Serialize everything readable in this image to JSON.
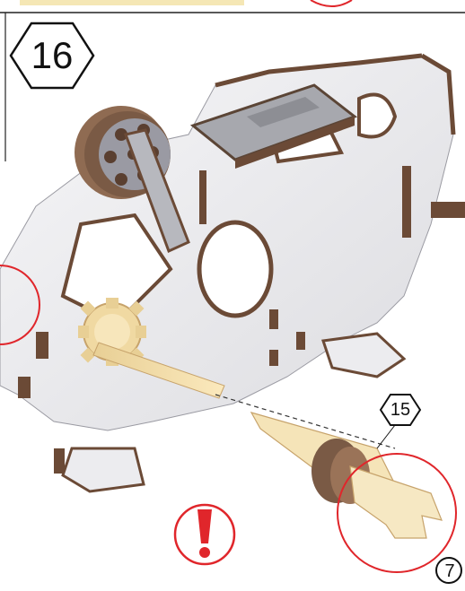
{
  "step": {
    "number": "16"
  },
  "callouts": [
    {
      "label": "15",
      "shape": "hexagon"
    },
    {
      "label": "7",
      "shape": "circle"
    }
  ],
  "warning": {
    "symbol": "!",
    "color": "#e0262b"
  },
  "colors": {
    "wood_light": "#f3dfaa",
    "wood_dark": "#7a5a45",
    "panel": "#e9e9ec",
    "highlight_red": "#e0262b"
  }
}
